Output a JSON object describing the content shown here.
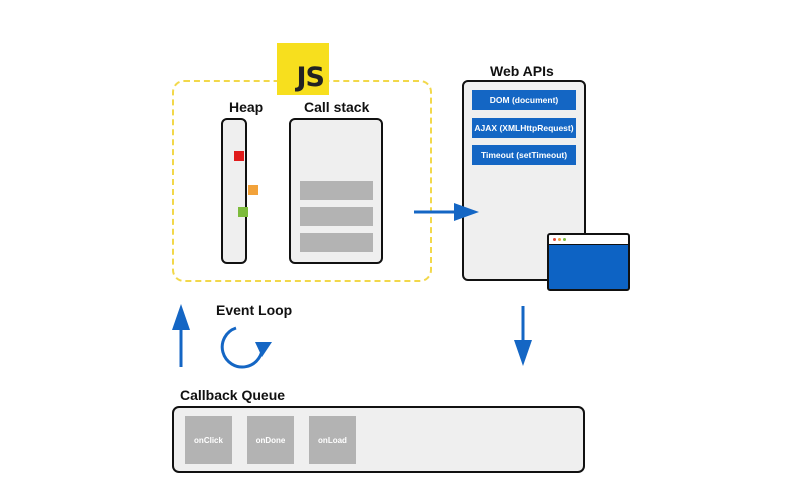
{
  "js_logo": {
    "text": "JS",
    "color": "#f7df1e"
  },
  "heap": {
    "label": "Heap",
    "objects": [
      {
        "color": "#e01b1b",
        "icon": "red-square"
      },
      {
        "color": "#f2a23a",
        "icon": "orange-square"
      },
      {
        "color": "#7dbb3c",
        "icon": "green-square"
      }
    ]
  },
  "call_stack": {
    "label": "Call stack",
    "frames": 3
  },
  "web_apis": {
    "label": "Web APIs",
    "items": [
      "DOM (document)",
      "AJAX (XMLHttpRequest)",
      "Timeout (setTimeout)"
    ],
    "accent": "#1466c4"
  },
  "event_loop": {
    "label": "Event Loop"
  },
  "callback_queue": {
    "label": "Callback Queue",
    "items": [
      "onClick",
      "onDone",
      "onLoad"
    ]
  },
  "colors": {
    "arrow": "#1466c4",
    "dashed_border": "#f2d84a"
  }
}
